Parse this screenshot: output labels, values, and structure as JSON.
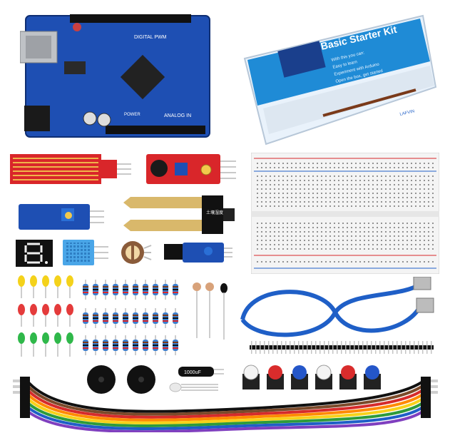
{
  "title": "",
  "board": {
    "silk_digital": "DIGITAL PWM",
    "silk_analog": "ANALOG IN",
    "silk_power": "POWER"
  },
  "box": {
    "title": "Basic Starter Kit",
    "bullets": [
      "With this you can:",
      "Easy to learn",
      "Experiment with Arduino",
      "Open the box, get started"
    ],
    "brand": "LAFVIN"
  },
  "soil_label": "土壤湿度传感",
  "capacitor_label": "1000uF",
  "colors": {
    "pcb_blue": "#1e4fb3",
    "pcb_red": "#d9262a",
    "breadboard": "#f2f2f2",
    "cable_blue": "#1f5fc7",
    "led_yellow": "#f4d21b",
    "led_red": "#e43b3b",
    "led_green": "#2fb84a"
  },
  "jumper_colors": [
    "#111111",
    "#7b4a2a",
    "#d62b2b",
    "#ff8a00",
    "#f7d21a",
    "#2e9b3b",
    "#1f5fc7",
    "#7f3fbf",
    "#7a7a7a",
    "#ffffff"
  ],
  "button_colors": [
    "#f4f4f4",
    "#d92c2c",
    "#2456c9",
    "#f4f4f4",
    "#d92c2c",
    "#2456c9"
  ]
}
